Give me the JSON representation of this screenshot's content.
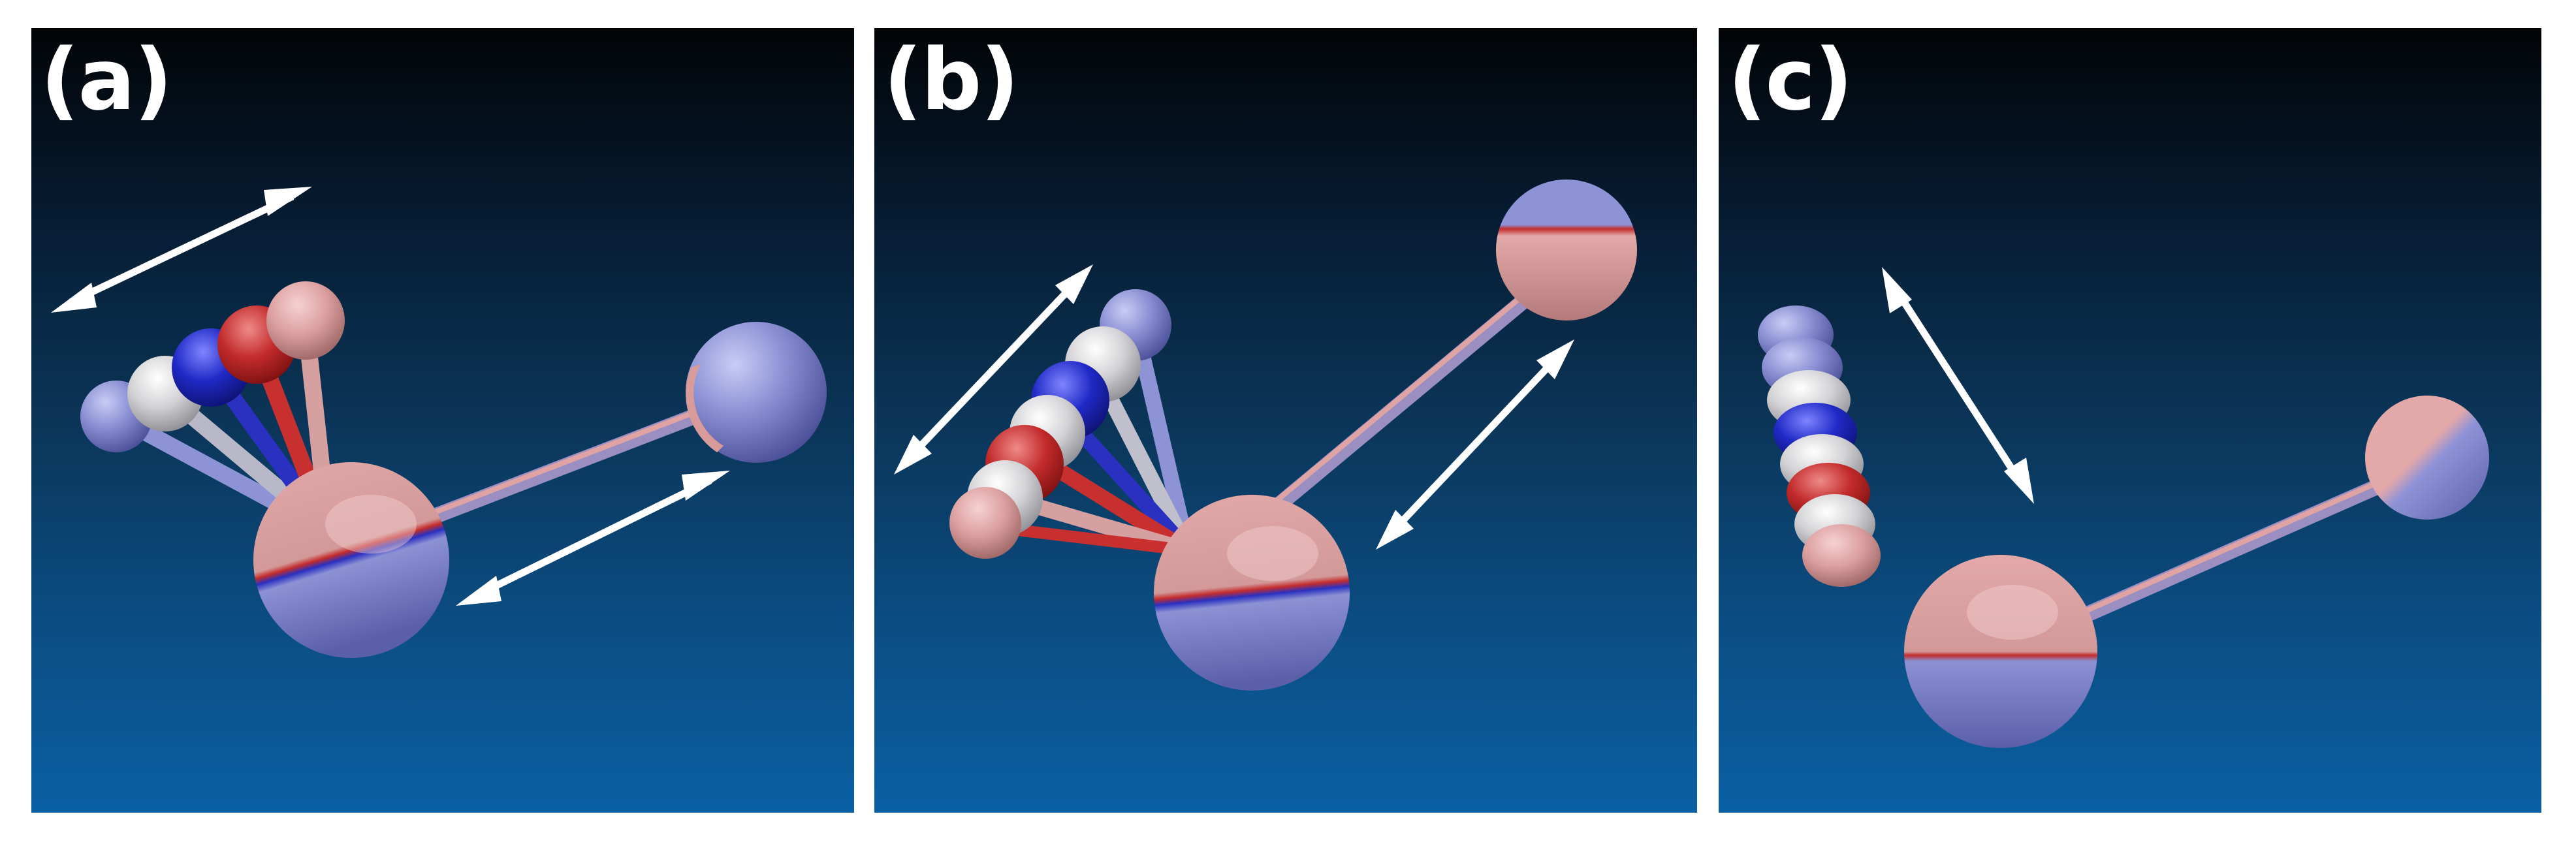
{
  "panels": [
    {
      "label": "(a)"
    },
    {
      "label": "(b)"
    },
    {
      "label": "(c)"
    }
  ],
  "colors": {
    "background_top": "#020406",
    "background_bottom": "#0a5fa3",
    "sphere_blue": "#7f86d0",
    "sphere_pink": "#e0a3a3",
    "band_red": "#c22a2a",
    "band_blue": "#1e25b0",
    "band_white": "#d8d8d8",
    "arrow": "#ffffff"
  },
  "icons": {
    "arrows": "double-headed-arrow-icon"
  }
}
